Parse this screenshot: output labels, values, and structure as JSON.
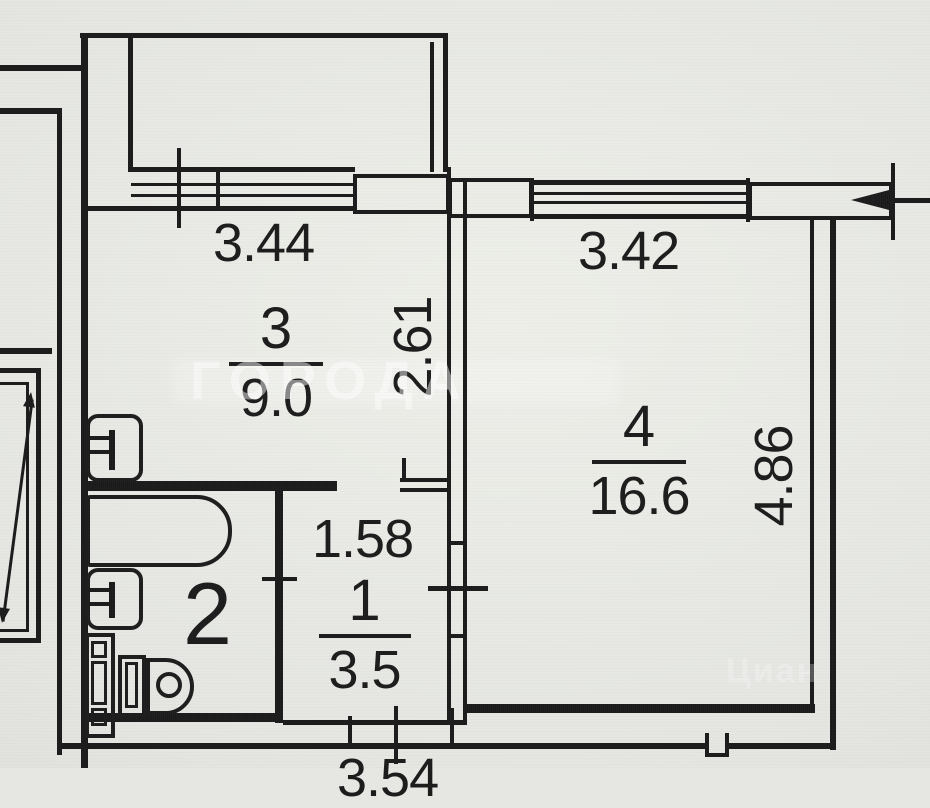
{
  "document": {
    "type": "apartment floor plan photo",
    "watermark_center": "ГОРОДА",
    "watermark_corner": "Циан"
  },
  "rooms": {
    "room3": {
      "number": "3",
      "area": "9.0"
    },
    "room4": {
      "number": "4",
      "area": "16.6"
    },
    "room1": {
      "number": "1",
      "area": "3.5"
    },
    "room2": {
      "number": "2"
    }
  },
  "dimensions": {
    "room3_window_width": "3.44",
    "room4_window_width": "3.42",
    "room3_depth": "2.61",
    "room4_depth": "4.86",
    "room1_width": "1.58",
    "bottom_partial": "3.54"
  },
  "fixtures": [
    "bathtub",
    "kitchen-sink",
    "bathroom-sink",
    "toilet",
    "utility-cabinet",
    "stairs-arrow"
  ],
  "colors": {
    "paper": "#e6e7e3",
    "ink": "#1b1b1b",
    "watermark": "#ffffff"
  }
}
